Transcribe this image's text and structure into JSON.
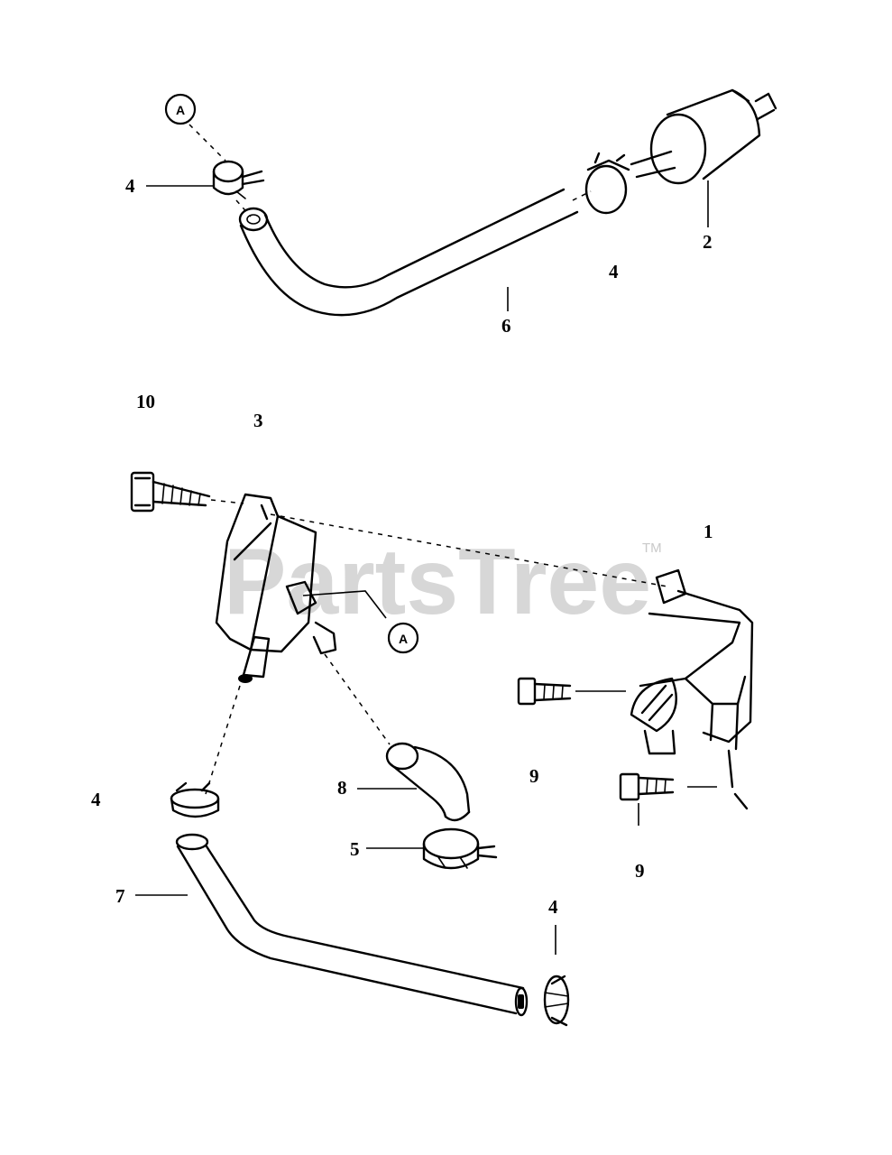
{
  "diagram": {
    "watermark": "PartsTree",
    "watermark_tm": "TM",
    "reference_marker": "A",
    "callouts": {
      "c4_top_left": "4",
      "c2": "2",
      "c4_top_right": "4",
      "c6": "6",
      "c10": "10",
      "c3": "3",
      "c1": "1",
      "c9_mid": "9",
      "c9_low": "9",
      "c8": "8",
      "c5": "5",
      "c4_left": "4",
      "c7": "7",
      "c4_bottom": "4"
    },
    "colors": {
      "line": "#000000",
      "background": "#ffffff",
      "watermark": "#c9c9c9"
    }
  }
}
